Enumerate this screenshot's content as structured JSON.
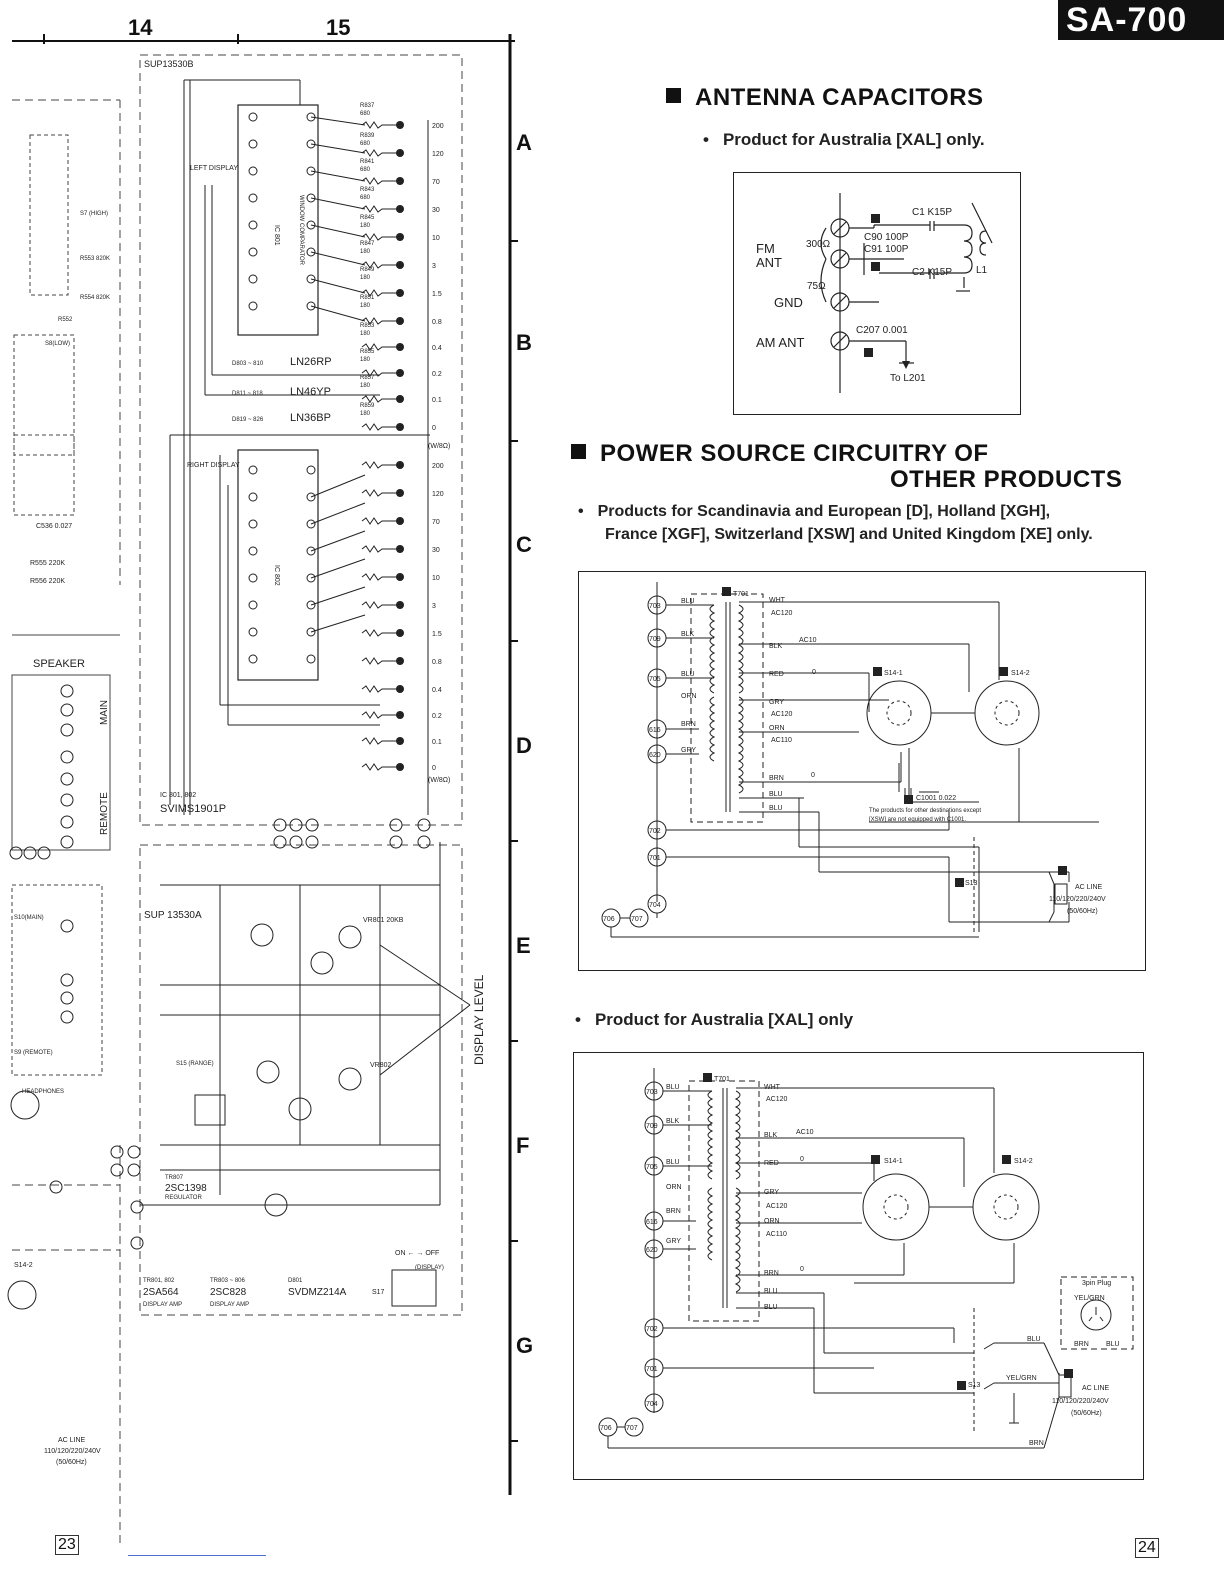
{
  "header": {
    "model": "SA-700",
    "col_14": "14",
    "col_15": "15"
  },
  "grid_rows": [
    "A",
    "B",
    "C",
    "D",
    "E",
    "F",
    "G"
  ],
  "antenna": {
    "title": "ANTENNA CAPACITORS",
    "note": "Product for Australia [XAL] only.",
    "labels": {
      "fm_ant": "FM",
      "fm_ant2": "ANT",
      "r300": "300Ω",
      "r75": "75Ω",
      "gnd": "GND",
      "am_ant": "AM  ANT",
      "c1": "C1 K15P",
      "c90": "C90 100P",
      "c91": "C91 100P",
      "c2": "C2 K15P",
      "l1": "L1",
      "c207": "C207 0.001",
      "to_l201": "To L201"
    }
  },
  "power": {
    "title_line1": "POWER SOURCE CIRCUITRY OF",
    "title_line2": "OTHER PRODUCTS",
    "note_line1": "Products for Scandinavia and European [D], Holland [XGH],",
    "note_line2": "France [XGF], Switzerland [XSW] and United Kingdom [XE]  only.",
    "diagram1": {
      "t701": "T701",
      "nodes": [
        "703",
        "709",
        "705",
        "616",
        "620",
        "702",
        "701",
        "704",
        "706",
        "707"
      ],
      "wires": [
        "BLU",
        "BLK",
        "BLU",
        "ORN",
        "BRN",
        "GRY"
      ],
      "taps": [
        "WHT",
        "AC120",
        "BLK",
        "AC10",
        "RED",
        "0",
        "GRY",
        "AC120",
        "ORN",
        "AC110",
        "BRN",
        "0",
        "BLU",
        "BLU"
      ],
      "s14_1": "S14-1",
      "s14_2": "S14-2",
      "c1001": "C1001 0.022",
      "c_note1": "The products for other destinations except",
      "c_note2": "[XSW] are not equipped with C1001.",
      "s13": "S13",
      "ac_line": "AC LINE",
      "ac_v": "110/120/220/240V",
      "ac_hz": "(50/60Hz)"
    },
    "note2": "Product for Australia [XAL]  only",
    "diagram2": {
      "t701": "T701",
      "s14_1": "S14-1",
      "s14_2": "S14-2",
      "s13": "S13",
      "plug_title": "3pin Plug",
      "plug_yel": "YEL/GRN",
      "plug_brn": "BRN",
      "plug_blu": "BLU",
      "blu_line": "BLU",
      "yel_grn": "YEL/GRN",
      "brn": "BRN",
      "ac_line": "AC LINE",
      "ac_v": "110/120/220/240V",
      "ac_hz": "(50/60Hz)"
    }
  },
  "left_schematic": {
    "sup_b": "SUP13530B",
    "sup_a": "SUP 13530A",
    "left_display": "LEFT DISPLAY",
    "right_display": "RIGHT DISPLAY",
    "ic801": "IC 801",
    "ic802": "IC 802",
    "window_comp": "WINDOW  COMPARATOR",
    "ln26": "LN26RP",
    "ln46": "LN46YP",
    "ln36": "LN36BP",
    "led_range1": "D803 ~ 810",
    "led_range2": "D811 ~ 818",
    "led_range3": "D819 ~ 826",
    "levels": [
      "200",
      "120",
      "70",
      "30",
      "10",
      "3",
      "1.5",
      "0.8",
      "0.4",
      "0.2",
      "0.1",
      "0"
    ],
    "levels2": [
      "200",
      "120",
      "70",
      "30",
      "10",
      "3",
      "1.5",
      "0.8",
      "0.4",
      "0.2",
      "0.1",
      "0"
    ],
    "w8": "(W/8Ω)",
    "ic_note": "IC 801, 802",
    "svims": "SVIMS1901P",
    "speaker": "SPEAKER",
    "main": "MAIN",
    "remote": "REMOTE",
    "headphones": "HEADPHONES",
    "s10": "S10(MAIN)",
    "s9": "S9 (REMOTE)",
    "s7": "S7 (HIGH)",
    "s8": "S8(LOW)",
    "c536": "C536  0.027",
    "r555": "R555  220K",
    "r556": "R556  220K",
    "r552": "R552",
    "r553": "R553 820K",
    "r554": "R554 820K",
    "display_level": "DISPLAY LEVEL",
    "tr_note1": "TR801, 802",
    "tr_note2": "2SA564",
    "tr_note3": "DISPLAY AMP",
    "tr_note4": "TR803 ~ 806",
    "tr_note5": "2SC828",
    "tr_note6": "DISPLAY  AMP",
    "d801": "D801",
    "d801_part": "SVDMZ214A",
    "s17": "S17",
    "on_off": "ON ← → OFF",
    "display_sw": "(DISPLAY)",
    "regulator1": "TR807",
    "regulator2": "2SC1398",
    "regulator3": "REGULATOR",
    "s14_2": "S14-2",
    "ac_line": "AC LINE",
    "ac_v": "110/120/220/240V",
    "ac_hz": "(50/60Hz)",
    "vr801": "VR801 20KB",
    "vr802": "VR802",
    "s15": "S15 (RANGE)"
  },
  "footer": {
    "page_left": "23",
    "page_right": "24"
  }
}
